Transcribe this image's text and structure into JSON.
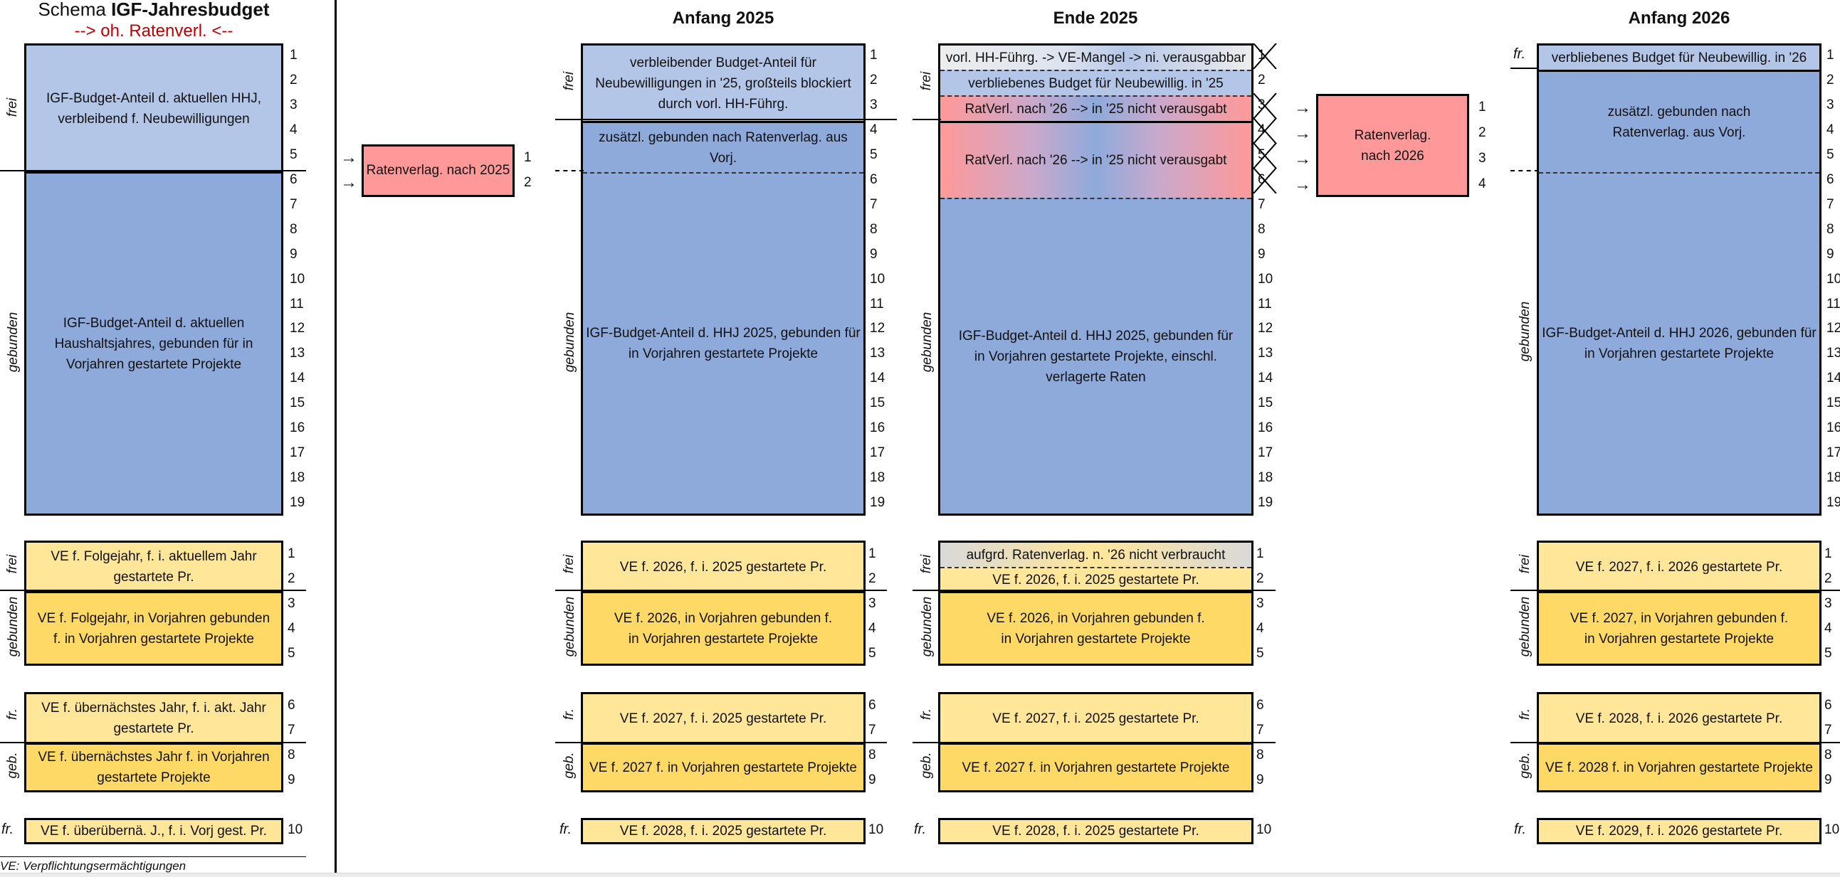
{
  "header": {
    "title_prefix": "Schema ",
    "title_bold": "IGF-Jahresbudget",
    "subtitle": "--> oh. Ratenverl.  <--"
  },
  "side_labels": {
    "frei": "frei",
    "gebunden": "gebunden",
    "fr": "fr.",
    "geb": "geb."
  },
  "schema_column": {
    "budget_free": "IGF-Budget-Anteil d. aktuellen HHJ, verbleibend f. Neubewilligungen",
    "budget_bound": "IGF-Budget-Anteil d. aktuellen Haushaltsjahres, gebunden für in Vorjahren gestartete Projekte",
    "ve1_free": "VE f. Folgejahr, f. i. aktuellem Jahr gestartete Pr.",
    "ve1_bound": "VE f. Folgejahr, in Vorjahren gebunden f. in Vorjahren gestartete Projekte",
    "ve2_free": "VE f. übernächstes Jahr, f. i. akt. Jahr gestartete Pr.",
    "ve2_bound": "VE f. übernächstes Jahr f. in Vorjahren gestartete Projekte",
    "ve3_free": "VE f. überübernä. J., f. i. Vorj gest. Pr.",
    "footnote": "VE:  Verpflichtungsermächtigungen"
  },
  "shift_2025": {
    "label": "Ratenverlag. nach 2025",
    "arrow": "→",
    "numbers": [
      "1",
      "2"
    ]
  },
  "anfang_2025": {
    "heading": "Anfang 2025",
    "budget_free": "verbleibender Budget-Anteil für Neubewilligungen in '25, großteils blockiert durch vorl. HH-Führg.",
    "budget_extra_bound": "zusätzl. gebunden nach Ratenverlag. aus Vorj.",
    "budget_bound": "IGF-Budget-Anteil d. HHJ 2025, gebunden für in Vorjahren gestartete Projekte",
    "ve1_free": "VE f. 2026, f. i. 2025 gestartete Pr.",
    "ve1_bound": "VE f. 2026, in Vorjahren gebunden f. in Vorjahren gestartete Projekte",
    "ve2_free": "VE f. 2027, f. i. 2025 gestartete Pr.",
    "ve2_bound": "VE f. 2027 f. in Vorjahren gestartete Projekte",
    "ve3_free": "VE f. 2028, f. i. 2025 gestartete Pr."
  },
  "ende_2025": {
    "heading": "Ende 2025",
    "budget_blocked": "vorl. HH-Führg. -> VE-Mangel -> ni. verausgabbar",
    "budget_remaining": "verbliebenes Budget für Neubewillig. in '25",
    "budget_shifted_a": "RatVerl. nach '26 --> in '25 nicht verausgabt",
    "budget_shifted_b": "RatVerl. nach '26 --> in '25 nicht verausgabt",
    "budget_bound": "IGF-Budget-Anteil d. HHJ 2025, gebunden für in Vorjahren gestartete Projekte, einschl. verlagerte Raten",
    "crossed_rows": [
      1,
      3,
      4,
      5,
      6
    ],
    "ve1_unused": "aufgrd. Ratenverlag. n. '26 nicht verbraucht",
    "ve1_free": "VE f. 2026, f. i. 2025 gestartete Pr.",
    "ve1_bound": "VE f. 2026, in Vorjahren gebunden f. in Vorjahren gestartete Projekte",
    "ve2_free": "VE f. 2027, f. i. 2025 gestartete Pr.",
    "ve2_bound": "VE f. 2027 f. in Vorjahren gestartete Projekte",
    "ve3_free": "VE f. 2028, f. i. 2025 gestartete Pr."
  },
  "shift_2026": {
    "label": "Ratenverlag. nach 2026",
    "arrow": "→",
    "numbers": [
      "1",
      "2",
      "3",
      "4"
    ]
  },
  "anfang_2026": {
    "heading": "Anfang 2026",
    "budget_free": "verbliebenes Budget für Neubewillig. in '26",
    "budget_extra_bound": "zusätzl. gebunden nach Ratenverlag. aus Vorj.",
    "budget_bound": "IGF-Budget-Anteil d. HHJ 2026, gebunden für in Vorjahren gestartete Projekte",
    "ve1_free": "VE f. 2027, f. i. 2026 gestartete Pr.",
    "ve1_bound": "VE f. 2027, in Vorjahren gebunden f. in Vorjahren gestartete Projekte",
    "ve2_free": "VE f. 2028, f. i. 2026 gestartete Pr.",
    "ve2_bound": "VE f. 2028 f. in Vorjahren gestartete Projekte",
    "ve3_free": "VE f. 2029, f. i. 2026 gestartete Pr."
  },
  "row_numbers": {
    "budget": [
      "1",
      "2",
      "3",
      "4",
      "5",
      "6",
      "7",
      "8",
      "9",
      "10",
      "11",
      "12",
      "13",
      "14",
      "15",
      "16",
      "17",
      "18",
      "19"
    ],
    "ve": [
      "1",
      "2",
      "3",
      "4",
      "5",
      "6",
      "7",
      "8",
      "9",
      "10"
    ]
  },
  "colors": {
    "budget_free": "#b4c6e7",
    "budget_bound": "#8eaadb",
    "ve_free": "#ffe699",
    "ve_bound": "#ffd966",
    "shift": "#ff9999",
    "subtitle": "#c00000"
  }
}
